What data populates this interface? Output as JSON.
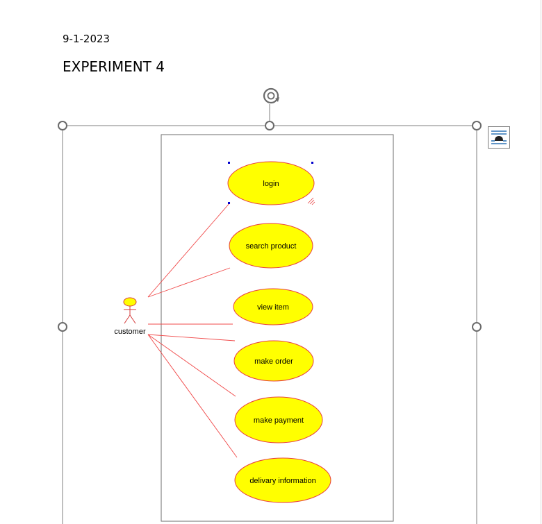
{
  "document": {
    "date": "9-1-2023",
    "title": "EXPERIMENT 4"
  },
  "diagram": {
    "actor": {
      "label": "customer"
    },
    "use_cases": [
      {
        "id": "login",
        "label": "login"
      },
      {
        "id": "search-product",
        "label": "search product"
      },
      {
        "id": "view-item",
        "label": "view item"
      },
      {
        "id": "make-order",
        "label": "make order"
      },
      {
        "id": "make-payment",
        "label": "make payment"
      },
      {
        "id": "delivery-information",
        "label": "delivary information"
      }
    ],
    "colors": {
      "usecase_fill": "#ffff00",
      "usecase_stroke": "#e83f3f",
      "association": "#f04848",
      "system_border": "#6e6e6e",
      "selection_handle": "#0000cc"
    }
  },
  "icons": {
    "rotate_handle": "rotate-icon",
    "layout_options": "layout-options-icon"
  }
}
